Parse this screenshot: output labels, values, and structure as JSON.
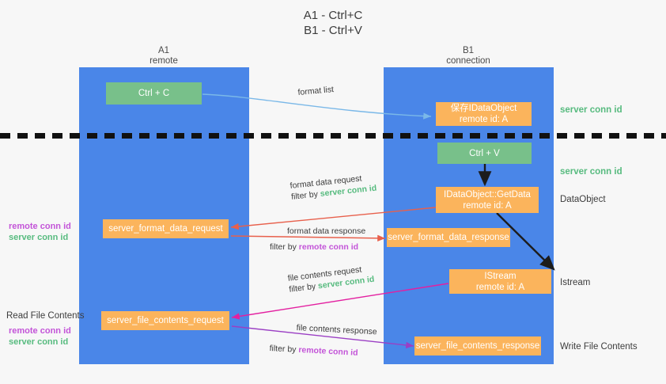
{
  "title": {
    "line1": "A1 - Ctrl+C",
    "line2": "B1 - Ctrl+V"
  },
  "columns": [
    {
      "name": "A1",
      "sub": "remote"
    },
    {
      "name": "B1",
      "sub": "connection"
    }
  ],
  "nodes": {
    "ctrl_c": {
      "line1": "Ctrl + C"
    },
    "save_idataobject": {
      "line1": "保存IDataObject",
      "line2": "remote id: A"
    },
    "ctrl_v": {
      "line1": "Ctrl + V"
    },
    "getdata": {
      "line1": "IDataObject::GetData",
      "line2": "remote id: A"
    },
    "server_format_data_request": {
      "line1": "server_format_data_request"
    },
    "server_format_data_response": {
      "line1": "server_format_data_response"
    },
    "istream": {
      "line1": "IStream",
      "line2": "remote id: A"
    },
    "server_file_contents_request": {
      "line1": "server_file_contents_request"
    },
    "server_file_contents_response": {
      "line1": "server_file_contents_response"
    }
  },
  "edges": {
    "format_list": "format list",
    "format_data_request": "format data request",
    "format_data_response": "format data response",
    "file_contents_request": "file contents request",
    "file_contents_response": "file contents response",
    "filter_by": "filter by ",
    "server_conn_id": "server conn id",
    "remote_conn_id": "remote conn id"
  },
  "side_labels": {
    "server_conn_id_top": "server conn id",
    "server_conn_id_mid": "server conn id",
    "data_object": "DataObject",
    "istream": "Istream",
    "write_file_contents": "Write File Contents",
    "read_file_contents": "Read File Contents",
    "remote_conn_id": "remote conn id",
    "server_conn_id": "server conn id"
  },
  "colors": {
    "lane": "#4a86e8",
    "green_node": "#78c08a",
    "orange_node": "#fbb45c",
    "green_text": "#57bb7f",
    "purple_text": "#c354d8",
    "blue_arrow": "#7ab8e8",
    "red_arrow": "#e8604c",
    "magenta_arrow": "#e320a0",
    "purple_arrow": "#9b3fc4",
    "black_arrow": "#1c1c1c",
    "background": "#f7f7f7"
  }
}
